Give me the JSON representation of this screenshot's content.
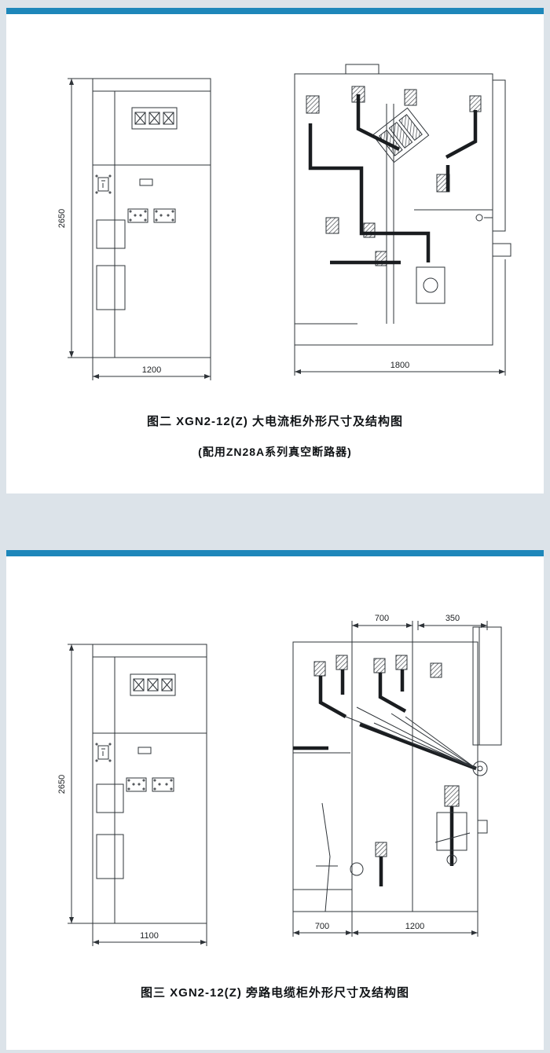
{
  "colors": {
    "background": "#dce3e9",
    "card": "#ffffff",
    "accent_bar": "#1e87ba",
    "drawing_line": "#2f3439",
    "busbar": "#1a1d20"
  },
  "figure2": {
    "caption_line1": "图二  XGN2-12(Z)  大电流柜外形尺寸及结构图",
    "caption_line2": "(配用ZN28A系列真空断路器)",
    "front_view": {
      "height_dim": "2650",
      "width_dim": "1200"
    },
    "side_view": {
      "width_dim": "1800"
    }
  },
  "figure3": {
    "caption_line1": "图三  XGN2-12(Z)  旁路电缆柜外形尺寸及结构图",
    "front_view": {
      "height_dim": "2650",
      "width_dim": "1100"
    },
    "side_view": {
      "top_dim_left": "700",
      "top_dim_right": "350",
      "bottom_dim_left": "700",
      "bottom_dim_right": "1200"
    }
  }
}
